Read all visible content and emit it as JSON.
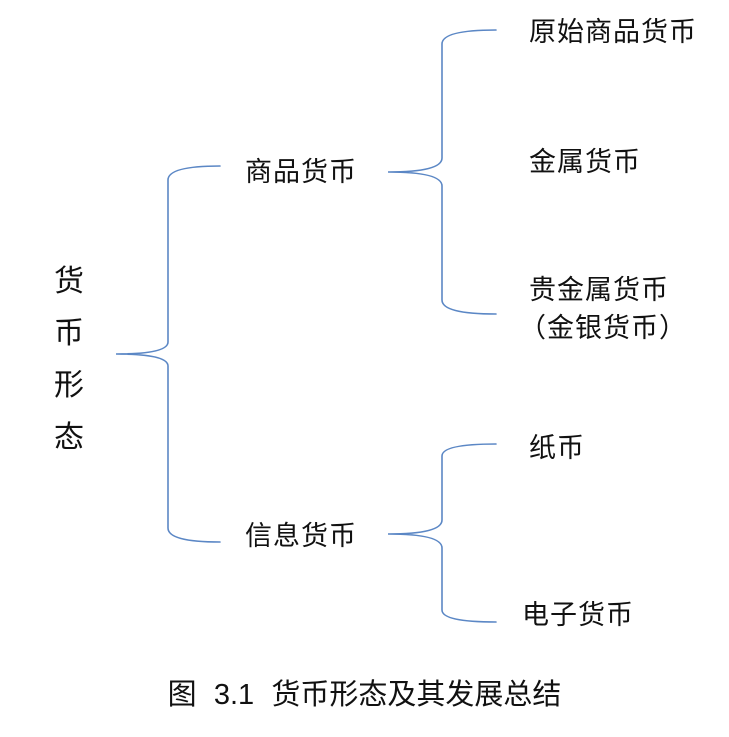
{
  "diagram": {
    "root": "货币形态",
    "branches": [
      {
        "label": "商品货币",
        "children": [
          "原始商品货币",
          "金属货币",
          "贵金属货币",
          "（金银货币）"
        ]
      },
      {
        "label": "信息货币",
        "children": [
          "纸币",
          "电子货币"
        ]
      }
    ],
    "line_color": "#5b87c5"
  },
  "caption": {
    "prefix": "图",
    "number": "3.1",
    "title": "货币形态及其发展总结"
  }
}
